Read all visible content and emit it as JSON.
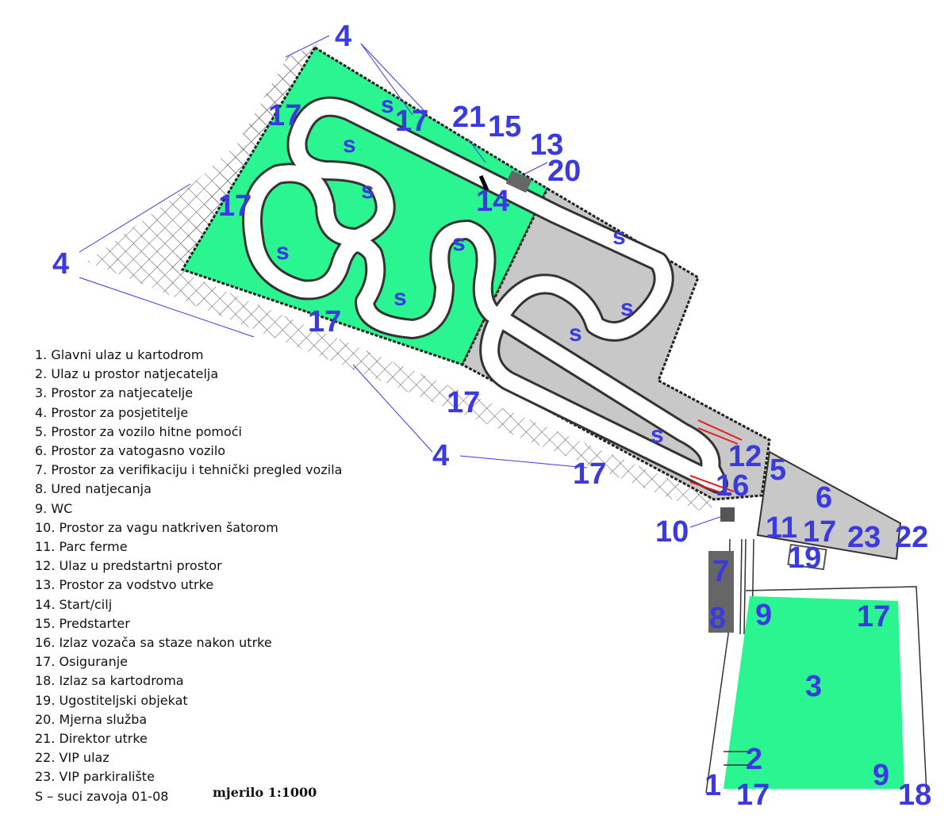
{
  "legend": [
    "1. Glavni ulaz u kartodrom",
    "2. Ulaz u prostor natjecatelja",
    "3. Prostor za natjecatelje",
    "4. Prostor za posjetitelje",
    "5. Prostor za vozilo hitne pomoći",
    "6. Prostor za vatogasno vozilo",
    "7. Prostor za verifikaciju i tehnički pregled vozila",
    "8. Ured natjecanja",
    "9. WC",
    "10. Prostor za vagu natkriven šatorom",
    "11. Parc ferme",
    "12. Ulaz u predstartni prostor",
    "13. Prostor za vodstvo utrke",
    "14. Start/cilj",
    "15. Predstarter",
    "16. Izlaz vozača sa staze nakon utrke",
    "17. Osiguranje",
    "18. Izlaz sa kartodroma",
    "19. Ugostiteljski objekat",
    "20. Mjerna služba",
    "21. Direktor utrke",
    "22. VIP ulaz",
    "23. VIP parkiralište",
    "S – suci zavoja 01-08"
  ],
  "scale": "mjerilo 1:1000",
  "labels": {
    "n1": "1",
    "n2": "2",
    "n3": "3",
    "n4": "4",
    "n5": "5",
    "n6": "6",
    "n7": "7",
    "n8": "8",
    "n9": "9",
    "n10": "10",
    "n11": "11",
    "n12": "12",
    "n13": "13",
    "n14": "14",
    "n15": "15",
    "n16": "16",
    "n17": "17",
    "n18": "18",
    "n19": "19",
    "n20": "20",
    "n21": "21",
    "n22": "22",
    "n23": "23",
    "s": "s"
  },
  "colors": {
    "green_area": "#2af590",
    "paved_area": "#c8c8c8",
    "label_blue": "#3a3ae0",
    "building": "#666666"
  }
}
